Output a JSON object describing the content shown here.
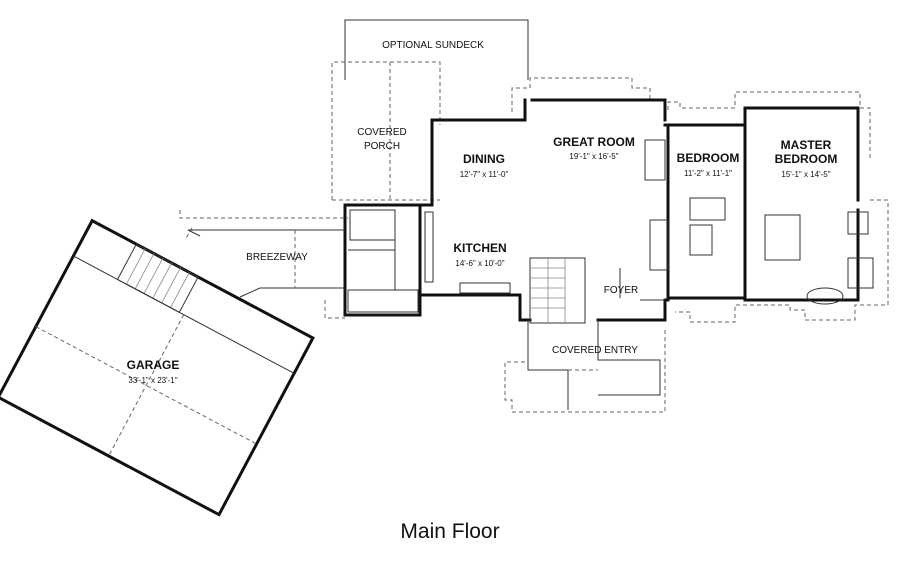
{
  "caption": "Main Floor",
  "rooms": {
    "sundeck": "OPTIONAL SUNDECK",
    "porch_l1": "COVERED",
    "porch_l2": "PORCH",
    "dining": "DINING",
    "dining_dim": "12'-7\" x 11'-0\"",
    "great_room": "GREAT ROOM",
    "great_room_dim": "19'-1\" x 16'-5\"",
    "bedroom": "BEDROOM",
    "bedroom_dim": "11'-2\" x 11'-1\"",
    "master_l1": "MASTER",
    "master_l2": "BEDROOM",
    "master_dim": "15'-1\" x 14'-5\"",
    "kitchen": "KITCHEN",
    "kitchen_dim": "14'-6\" x 10'-0\"",
    "breezeway": "BREEZEWAY",
    "foyer": "FOYER",
    "covered_entry": "COVERED ENTRY",
    "garage": "GARAGE",
    "garage_dim": "33'-1\" x 23'-1\""
  }
}
